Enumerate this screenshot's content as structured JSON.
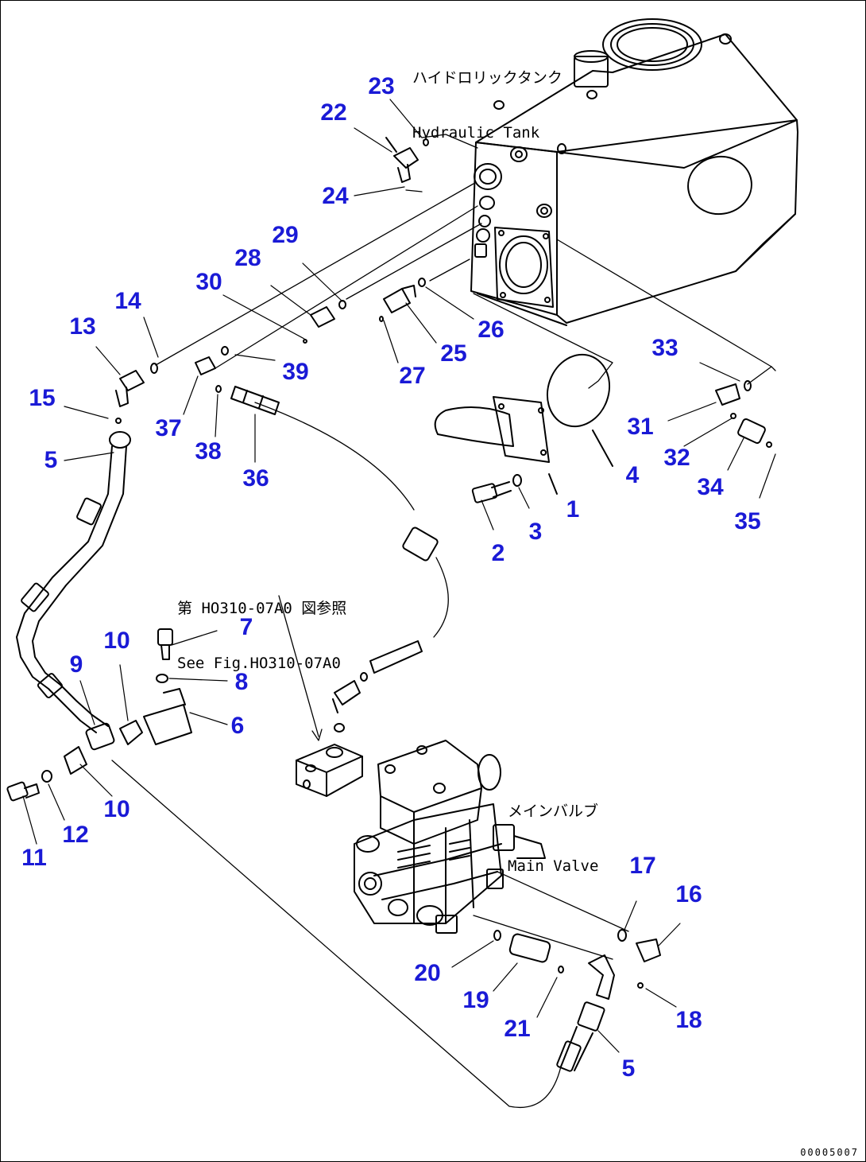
{
  "labels": {
    "tank_jp": "ハイドロリックタンク",
    "tank_en": "Hydraulic Tank",
    "see_jp": "第 HO310-07A0 図参照",
    "see_en": "See Fig.HO310-07A0",
    "valve_jp": "メインバルブ",
    "valve_en": "Main Valve",
    "drawing_code": "00005007"
  },
  "callouts": [
    {
      "id": "c1",
      "text": "1"
    },
    {
      "id": "c2",
      "text": "2"
    },
    {
      "id": "c3",
      "text": "3"
    },
    {
      "id": "c4",
      "text": "4"
    },
    {
      "id": "c5a",
      "text": "5"
    },
    {
      "id": "c5b",
      "text": "5"
    },
    {
      "id": "c6",
      "text": "6"
    },
    {
      "id": "c7",
      "text": "7"
    },
    {
      "id": "c8",
      "text": "8"
    },
    {
      "id": "c9",
      "text": "9"
    },
    {
      "id": "c10a",
      "text": "10"
    },
    {
      "id": "c10b",
      "text": "10"
    },
    {
      "id": "c11",
      "text": "11"
    },
    {
      "id": "c12",
      "text": "12"
    },
    {
      "id": "c13",
      "text": "13"
    },
    {
      "id": "c14",
      "text": "14"
    },
    {
      "id": "c15",
      "text": "15"
    },
    {
      "id": "c16",
      "text": "16"
    },
    {
      "id": "c17",
      "text": "17"
    },
    {
      "id": "c18",
      "text": "18"
    },
    {
      "id": "c19",
      "text": "19"
    },
    {
      "id": "c20",
      "text": "20"
    },
    {
      "id": "c21",
      "text": "21"
    },
    {
      "id": "c22",
      "text": "22"
    },
    {
      "id": "c23",
      "text": "23"
    },
    {
      "id": "c24",
      "text": "24"
    },
    {
      "id": "c25",
      "text": "25"
    },
    {
      "id": "c26",
      "text": "26"
    },
    {
      "id": "c27",
      "text": "27"
    },
    {
      "id": "c28",
      "text": "28"
    },
    {
      "id": "c29",
      "text": "29"
    },
    {
      "id": "c30",
      "text": "30"
    },
    {
      "id": "c31",
      "text": "31"
    },
    {
      "id": "c32",
      "text": "32"
    },
    {
      "id": "c33",
      "text": "33"
    },
    {
      "id": "c34",
      "text": "34"
    },
    {
      "id": "c35",
      "text": "35"
    },
    {
      "id": "c36",
      "text": "36"
    },
    {
      "id": "c37",
      "text": "37"
    },
    {
      "id": "c38",
      "text": "38"
    },
    {
      "id": "c39",
      "text": "39"
    }
  ]
}
